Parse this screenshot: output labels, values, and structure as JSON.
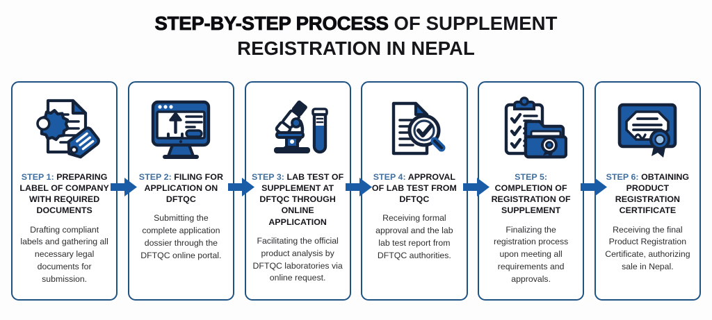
{
  "title": {
    "line1_strong": "STEP-BY-STEP PROCESS",
    "line1_rest": " OF SUPPLEMENT",
    "line2": "REGISTRATION IN NEPAL"
  },
  "steps": [
    {
      "icon": "document-gear-tag-icon",
      "step_label": "STEP 1:",
      "heading": " PREPARING LABEL OF COMPANY WITH REQUIRED DOCUMENTS",
      "description": "Drafting compliant labels and gathering all necessary legal documents for submission."
    },
    {
      "icon": "monitor-upload-icon",
      "step_label": "STEP 2:",
      "heading": " FILING FOR APPLICATION ON DFTQC",
      "description": "Submitting the complete application dossier through the DFTQC online portal."
    },
    {
      "icon": "microscope-testtube-icon",
      "step_label": "STEP 3:",
      "heading": " LAB TEST OF SUPPLEMENT AT DFTQC THROUGH ONLINE APPLICATION",
      "description": "Facilitating the official product analysis by DFTQC laboratories via online request."
    },
    {
      "icon": "document-magnifier-check-icon",
      "step_label": "STEP 4:",
      "heading": " APPROVAL OF LAB TEST FROM DFTQC",
      "description": "Receiving formal approval and the lab lab test report from DFTQC authorities."
    },
    {
      "icon": "clipboard-folder-seal-icon",
      "step_label": "STEP 5:",
      "heading": " COMPLETION OF REGISTRATION OF SUPPLEMENT",
      "description": "Finalizing the registration process upon meeting all requirements and approvals."
    },
    {
      "icon": "certificate-ribbon-icon",
      "step_label": "STEP 6:",
      "heading": " OBTAINING PRODUCT REGISTRATION CERTIFICATE",
      "description": "Receiving the final Product Registration Certificate, authorizing sale in Nepal."
    }
  ],
  "connectors": [
    {
      "name": "arrow-step1-to-step2"
    },
    {
      "name": "arrow-step2-to-step3"
    },
    {
      "name": "arrow-step3-to-step4"
    },
    {
      "name": "arrow-step4-to-step5"
    },
    {
      "name": "arrow-step5-to-step6"
    }
  ],
  "colors": {
    "card_border": "#1d5283",
    "arrow_blue": "#1a5da6",
    "step_label_blue": "#3f6f9f",
    "heading_dark": "#15151c",
    "body_text": "#2c2c2e",
    "icon_dark": "#14233a",
    "icon_blue": "#1c5ba4",
    "background": "#fdfdfd"
  }
}
